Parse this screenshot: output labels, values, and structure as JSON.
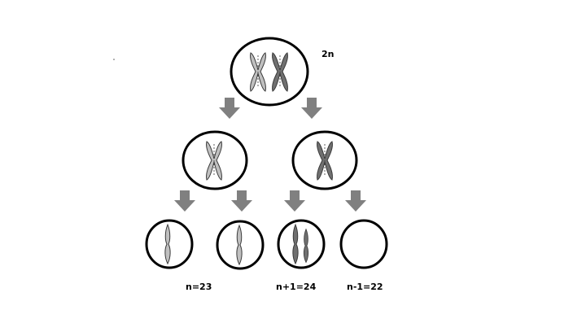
{
  "labels": {
    "parent": "2n",
    "normal": "n=23",
    "trisomy": "n+1=24",
    "monosomy": "n-1=22"
  },
  "colors": {
    "outline": "#000000",
    "arrow": "#808080",
    "chromosome_light": "#c0c0c0",
    "chromosome_dark": "#707070",
    "chromosome_edge": "#3a3a3a"
  }
}
